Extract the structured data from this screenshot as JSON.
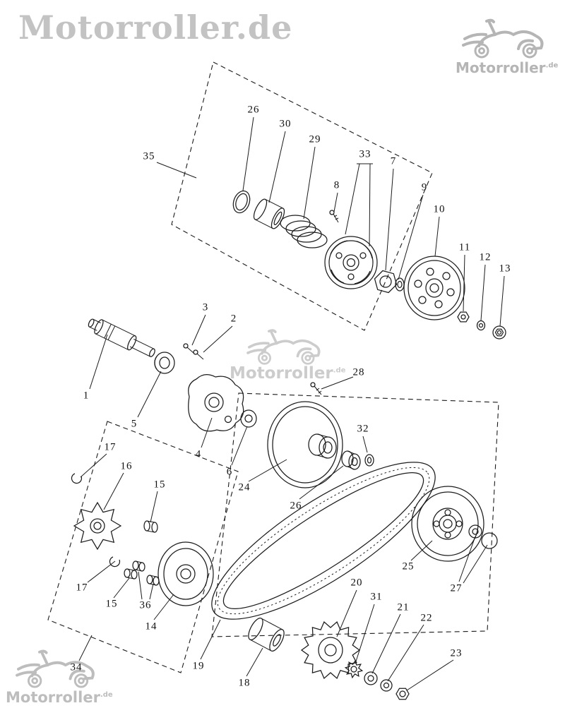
{
  "watermarks": {
    "main_text": "Motorroller.de",
    "logo_text": "Motorroller",
    "logo_suffix": ".de"
  },
  "icons": {
    "logo": "scooter-icon"
  },
  "callouts": [
    "35",
    "26",
    "30",
    "29",
    "33",
    "7",
    "8",
    "9",
    "10",
    "11",
    "12",
    "13",
    "3",
    "2",
    "1",
    "5",
    "4",
    "6",
    "28",
    "24",
    "26",
    "32",
    "17",
    "16",
    "15",
    "17",
    "15",
    "36",
    "14",
    "34",
    "19",
    "18",
    "20",
    "31",
    "21",
    "22",
    "23",
    "25",
    "27"
  ]
}
